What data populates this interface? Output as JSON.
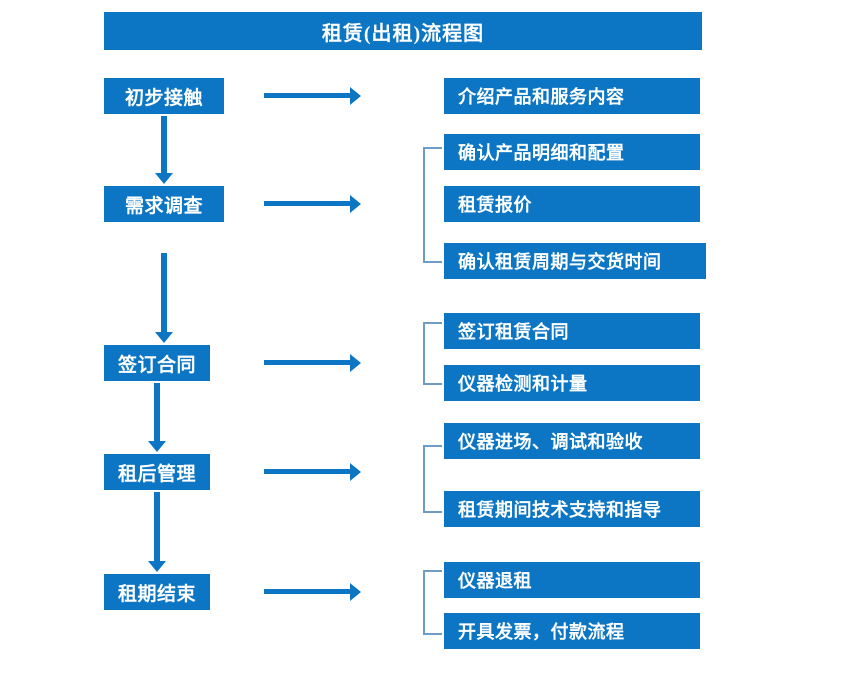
{
  "diagram": {
    "title": "租赁(出租)流程图",
    "colors": {
      "box_fill": "#0C76C4",
      "box_text": "#FFFFFF",
      "arrow": "#0C76C4",
      "bracket": "#6E9CC4",
      "background": "#FFFFFF"
    },
    "stages": [
      {
        "label": "初步接触"
      },
      {
        "label": "需求调查"
      },
      {
        "label": "签订合同"
      },
      {
        "label": "租后管理"
      },
      {
        "label": "租期结束"
      }
    ],
    "details": [
      {
        "label": "介绍产品和服务内容"
      },
      {
        "label": "确认产品明细和配置"
      },
      {
        "label": "租赁报价"
      },
      {
        "label": "确认租赁周期与交货时间"
      },
      {
        "label": "签订租赁合同"
      },
      {
        "label": "仪器检测和计量"
      },
      {
        "label": "仪器进场、调试和验收"
      },
      {
        "label": "租赁期间技术支持和指导"
      },
      {
        "label": "仪器退租"
      },
      {
        "label": "开具发票，付款流程"
      }
    ]
  }
}
